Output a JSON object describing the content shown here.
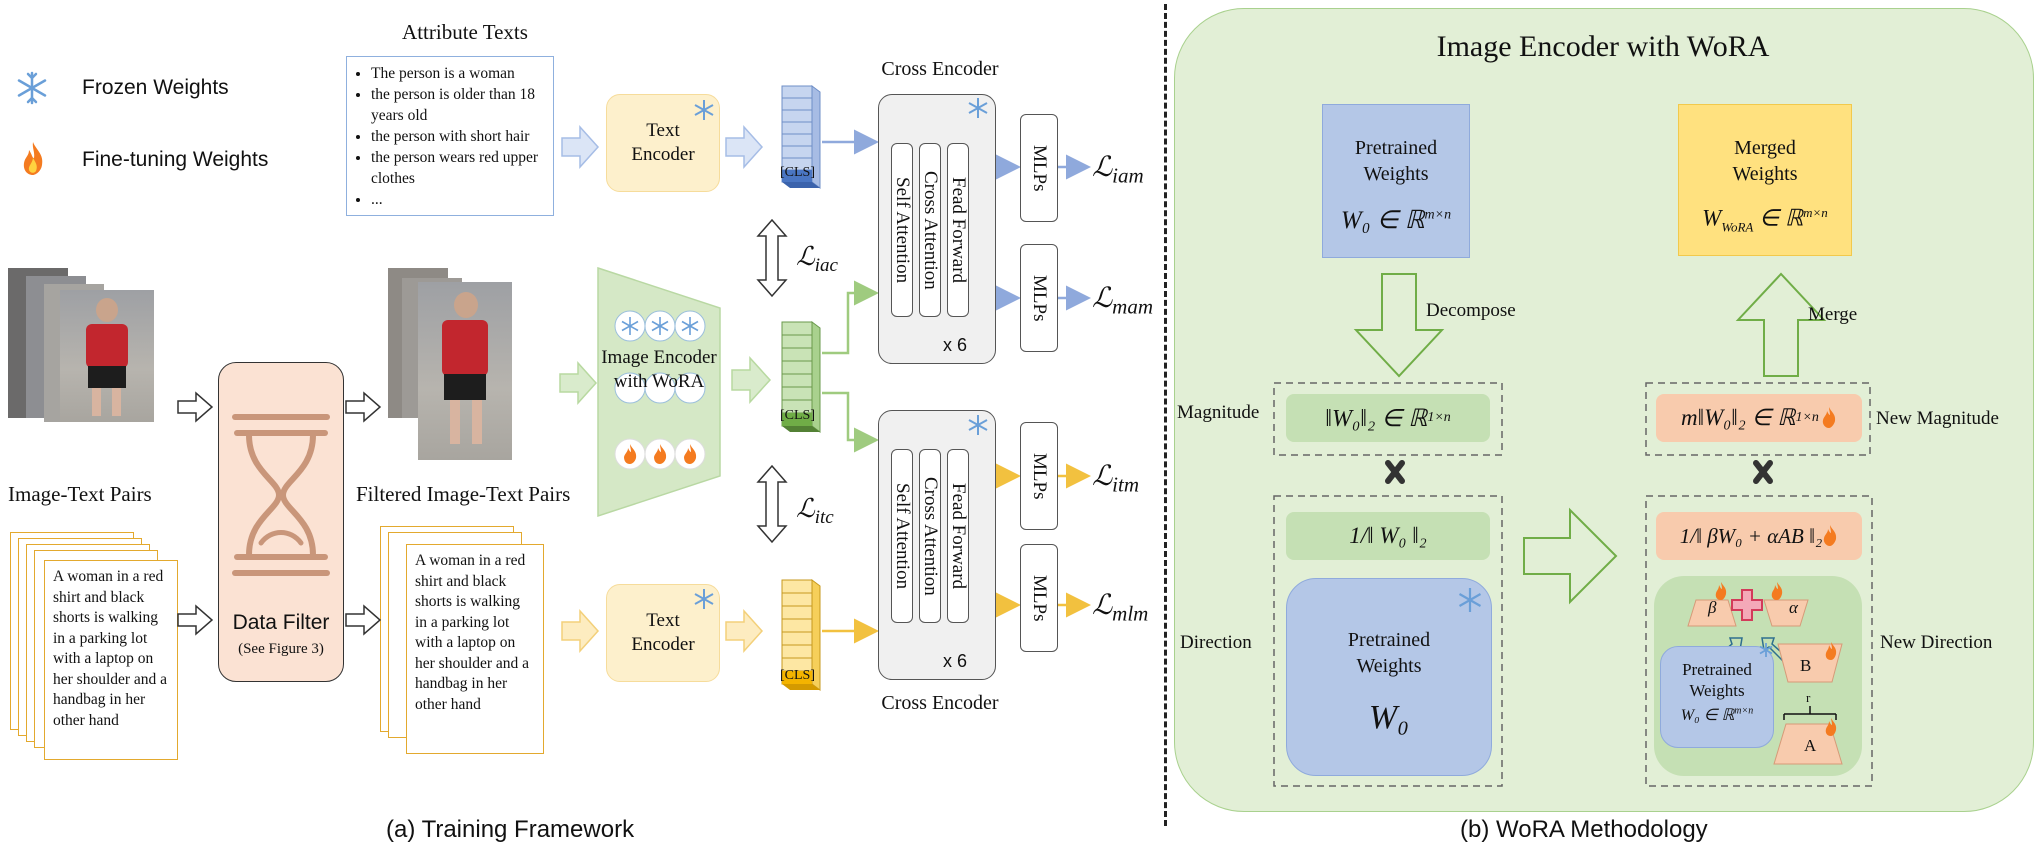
{
  "legend": {
    "frozen_label": "Frozen Weights",
    "finetune_label": "Fine-tuning Weights",
    "frozen_icon": "snowflake-icon",
    "finetune_icon": "flame-icon"
  },
  "attribute_texts": {
    "title": "Attribute Texts",
    "items": [
      "The person is a woman",
      "the person is older than 18 years old",
      "the person with short hair",
      "the person wears red upper clothes",
      "..."
    ]
  },
  "left": {
    "image_text_pairs_label": "Image-Text Pairs",
    "filtered_pairs_label": "Filtered Image-Text Pairs",
    "caption_text": "A woman in a red shirt and black shorts is walking in a parking lot with a laptop on her shoulder and a handbag in her other hand",
    "data_filter_label": "Data Filter",
    "data_filter_sub": "(See Figure 3)"
  },
  "encoders": {
    "text_encoder_label": "Text Encoder",
    "image_encoder_label": "Image Encoder with WoRA",
    "cls_token": "[CLS]"
  },
  "cross_encoder": {
    "title": "Cross Encoder",
    "layers": [
      "Self Attention",
      "Cross Attention",
      "Fead Forward"
    ],
    "repeat": "x 6",
    "mlp_label": "MLPs"
  },
  "losses": {
    "iam": "iam",
    "mam": "mam",
    "itm": "itm",
    "mlm": "mlm",
    "iac": "iac",
    "itc": "itc",
    "symbol": "ℒ"
  },
  "wora": {
    "title": "Image Encoder with WoRA",
    "pretrained_weights": "Pretrained Weights",
    "merged_weights": "Merged Weights",
    "decompose": "Decompose",
    "merge": "Merge",
    "magnitude": "Magnitude",
    "direction": "Direction",
    "new_magnitude": "New Magnitude",
    "new_direction": "New Direction",
    "w0_space": "W₀ ∈ ℝ",
    "w0": "W₀",
    "magnitude_formula": "‖W₀‖₂ ∈ ℝ",
    "inv_norm": "1/‖ W₀ ‖₂",
    "new_mag_formula": "m‖W₀‖₂ ∈ ℝ",
    "new_inv_norm": "1/‖ βW₀ + αAB ‖₂",
    "merged_formula": "W",
    "beta": "β",
    "alpha": "α",
    "A": "A",
    "B": "B",
    "r": "r"
  },
  "captions": {
    "a": "(a)  Training Framework",
    "b": "(b) WoRA Methodology"
  },
  "colors": {
    "text_encoder_fill": "#fdf0cc",
    "image_encoder_fill": "#d5e8c6",
    "blue_arrow": "#9fb7e3",
    "green_arrow": "#a9d18e",
    "yellow_arrow": "#f5c74f",
    "data_filter_fill": "#fbe2d3",
    "wora_bg": "#e2efd6",
    "pretrained_fill": "#b4c7e7",
    "merged_fill": "#ffe17f",
    "salmon": "#f8cbad"
  }
}
